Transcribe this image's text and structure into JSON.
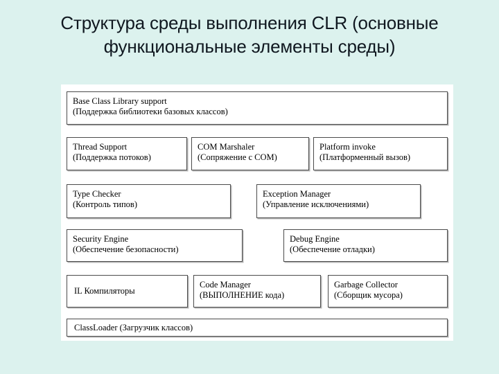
{
  "slide": {
    "title": "Структура среды выполнения CLR (основные\nфункциональные элементы среды)",
    "background_color": "#dcf2ee",
    "canvas_color": "#ffffff",
    "box_border_color": "#4a4a4a",
    "title_color": "#101820"
  },
  "diagram": {
    "rows": [
      {
        "name": "base-class-library",
        "boxes": [
          {
            "id": "base-class-library-support",
            "line1": "Base Class Library support",
            "line2": "(Поддержка библиотеки базовых классов)"
          }
        ]
      },
      {
        "name": "thread-com-platform",
        "boxes": [
          {
            "id": "thread-support",
            "line1": "Thread Support",
            "line2": "(Поддержка потоков)"
          },
          {
            "id": "com-marshaler",
            "line1": "COM Marshaler",
            "line2": "(Сопряжение с COM)"
          },
          {
            "id": "platform-invoke",
            "line1": "Platform invoke",
            "line2": "(Платформенный вызов)"
          }
        ]
      },
      {
        "name": "type-checker-exception-manager",
        "boxes": [
          {
            "id": "type-checker",
            "line1": "Type Checker",
            "line2": "(Контроль типов)"
          },
          {
            "id": "exception-manager",
            "line1": "Exception Manager",
            "line2": "(Управление исключениями)"
          }
        ]
      },
      {
        "name": "security-debug",
        "boxes": [
          {
            "id": "security-engine",
            "line1": "Security Engine",
            "line2": "(Обеспечение безопасности)"
          },
          {
            "id": "debug-engine",
            "line1": "Debug Engine",
            "line2": "(Обеспечение отладки)"
          }
        ]
      },
      {
        "name": "il-code-garbage",
        "boxes": [
          {
            "id": "il-compilers",
            "line1": "IL Компиляторы",
            "line2": ""
          },
          {
            "id": "code-manager",
            "line1": "Code Manager",
            "line2": "(ВЫПОЛНЕНИЕ кода)"
          },
          {
            "id": "garbage-collector",
            "line1": "Garbage Collector",
            "line2": "(Сборщик мусора)"
          }
        ]
      },
      {
        "name": "class-loader",
        "boxes": [
          {
            "id": "class-loader",
            "line1": "ClassLoader (Загрузчик классов)",
            "line2": ""
          }
        ]
      }
    ]
  }
}
